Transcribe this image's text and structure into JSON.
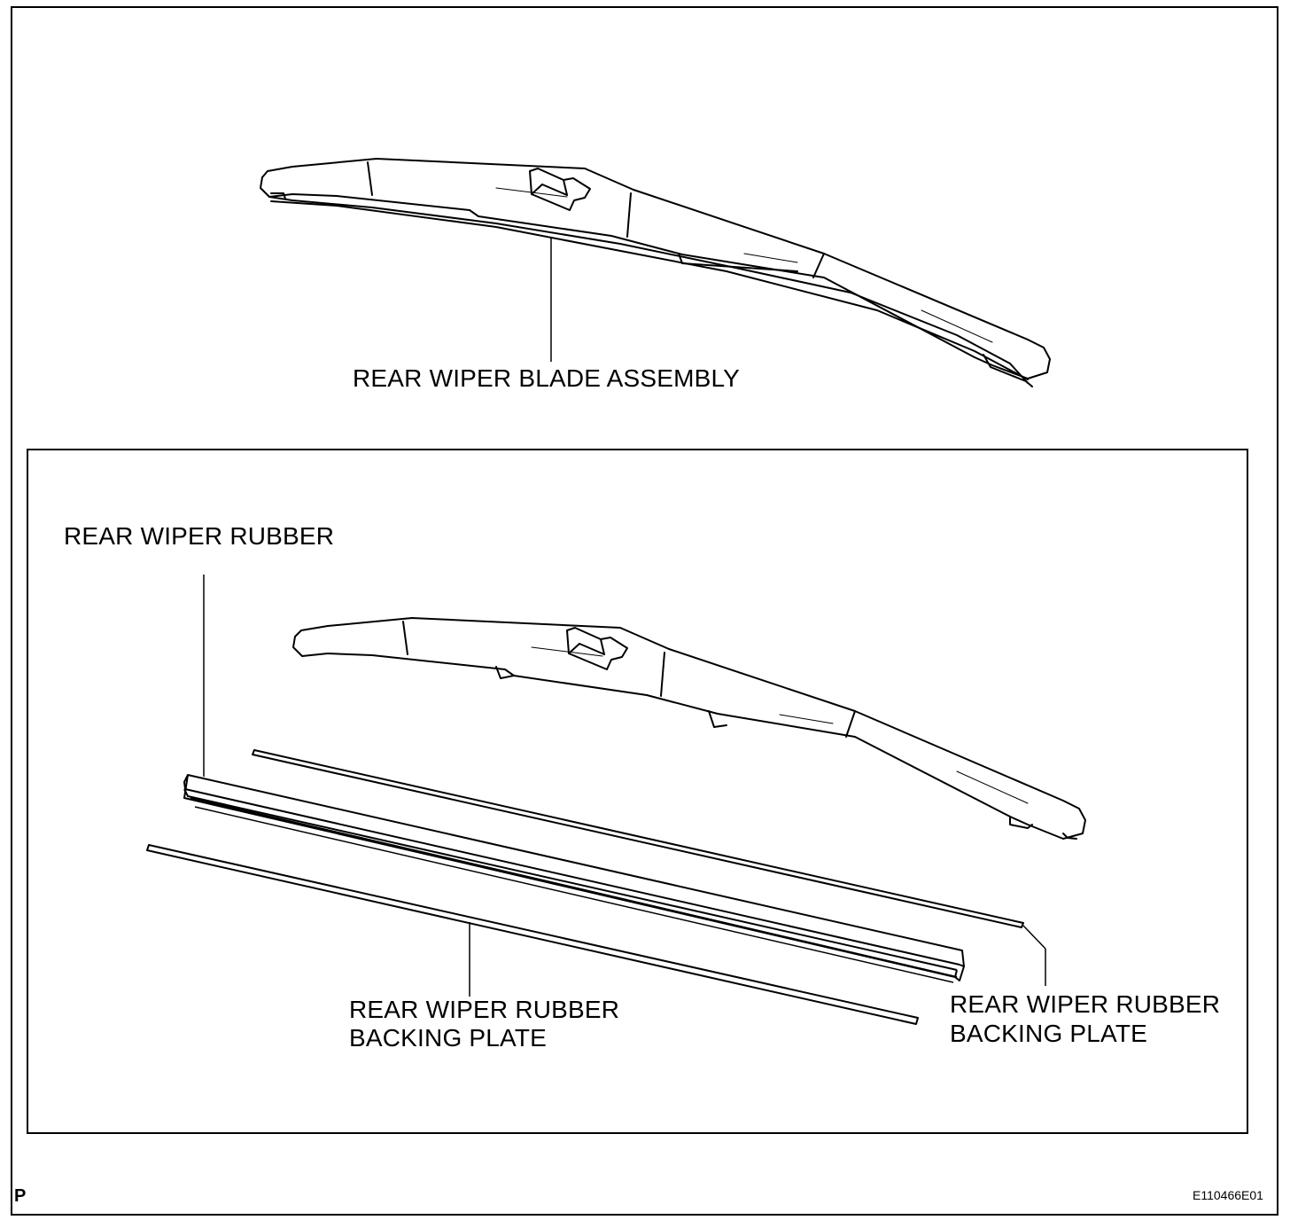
{
  "figure": {
    "labels": {
      "blade_assembly": "REAR WIPER BLADE ASSEMBLY",
      "rubber": "REAR WIPER RUBBER",
      "backing_plate_left_line1": "REAR WIPER RUBBER",
      "backing_plate_left_line2": "BACKING PLATE",
      "backing_plate_right_line1": "REAR WIPER RUBBER",
      "backing_plate_right_line2": "BACKING PLATE"
    },
    "corner_mark": "P",
    "figure_id": "E110466E01"
  }
}
